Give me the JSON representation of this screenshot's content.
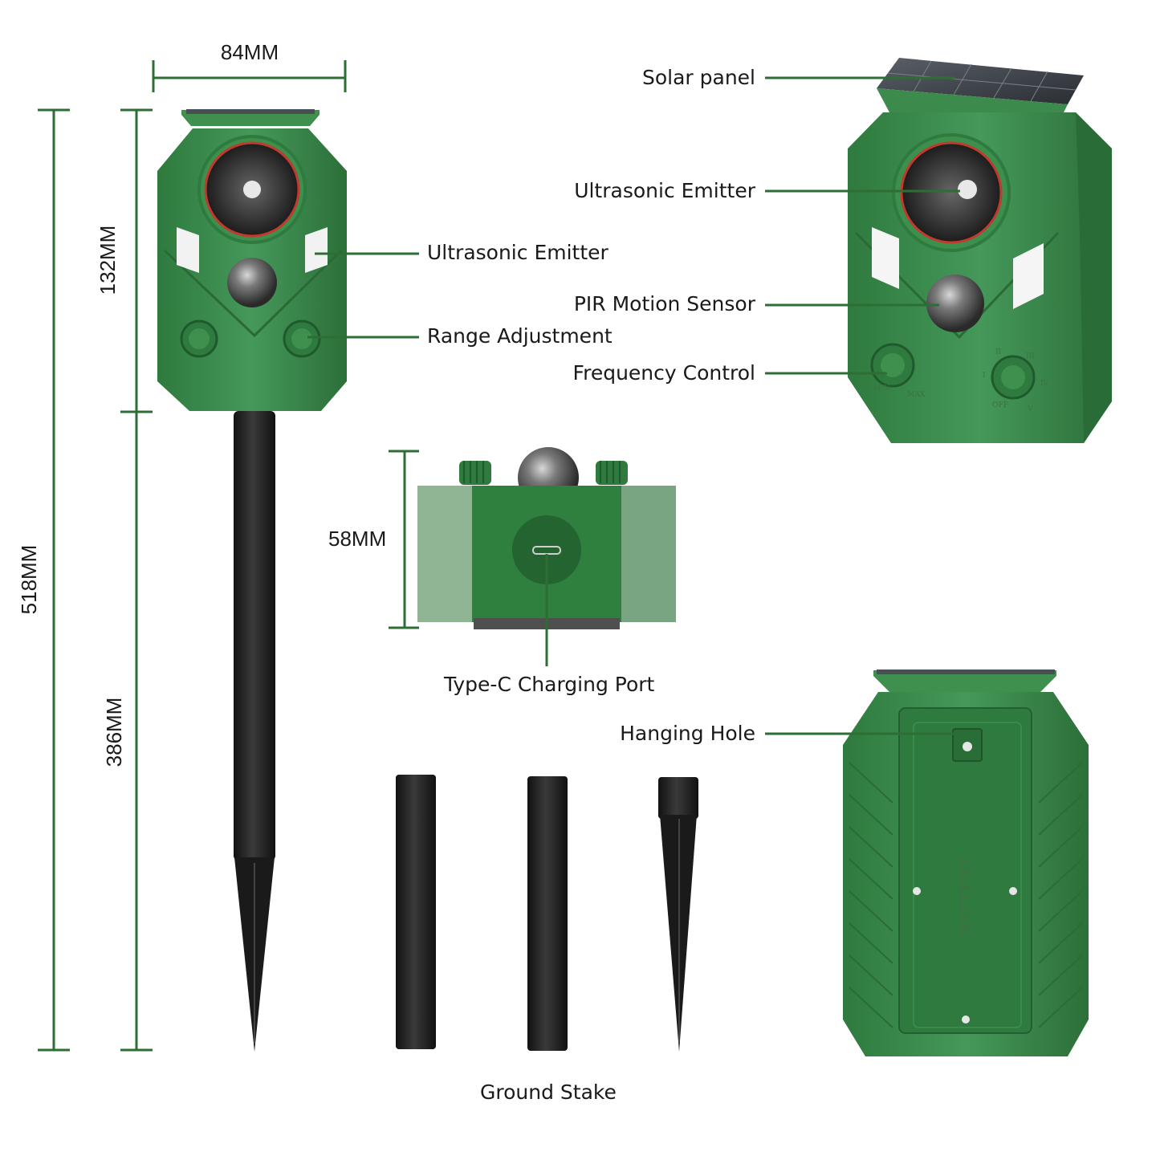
{
  "dimensions": {
    "width": "84MM",
    "total_height": "518MM",
    "body_height": "132MM",
    "stake_height": "386MM",
    "depth": "58MM"
  },
  "callouts": {
    "front_ultrasonic": "Ultrasonic Emitter",
    "front_range": "Range Adjustment",
    "solar_panel": "Solar panel",
    "side_ultrasonic": "Ultrasonic Emitter",
    "pir_sensor": "PIR Motion Sensor",
    "frequency": "Frequency Control",
    "type_c": "Type-C Charging Port",
    "hanging_hole": "Hanging Hole",
    "ground_stake": "Ground Stake"
  },
  "device_markings": {
    "battery": "BATTERY",
    "min": "MIN",
    "max": "MAX",
    "off": "OFF",
    "i": "I",
    "ii": "II",
    "iii": "III",
    "iv": "IV",
    "v": "V"
  },
  "colors": {
    "device_green": "#3a8a4a",
    "line_green": "#2e6e34",
    "stake_black": "#1f1f1f"
  }
}
